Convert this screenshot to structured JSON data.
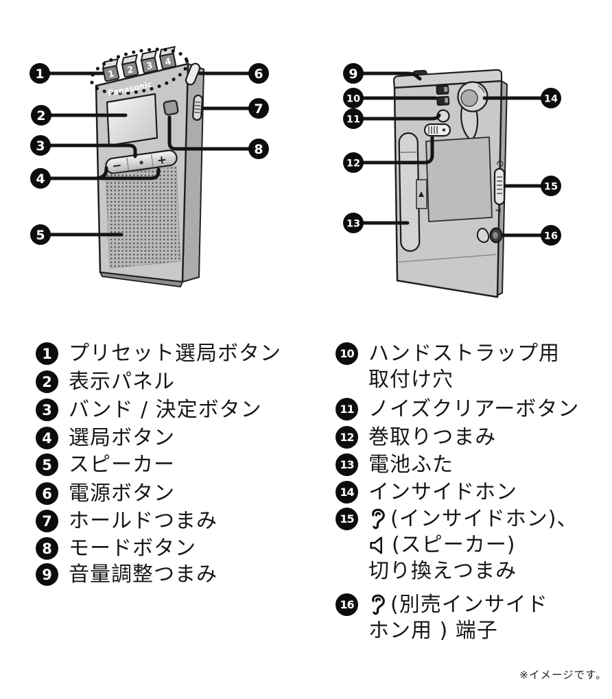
{
  "diagram": {
    "brand": "Panasonic",
    "presets": [
      "1",
      "2",
      "3",
      "4"
    ],
    "rocker": {
      "minus": "−",
      "plus": "+"
    },
    "callouts": [
      "1",
      "2",
      "3",
      "4",
      "5",
      "6",
      "7",
      "8",
      "9",
      "10",
      "11",
      "12",
      "13",
      "14",
      "15",
      "16"
    ]
  },
  "legend": {
    "left": [
      {
        "num": "1",
        "text": "プリセット選局ボタン"
      },
      {
        "num": "2",
        "text": "表示パネル"
      },
      {
        "num": "3",
        "text": "バンド / 決定ボタン"
      },
      {
        "num": "4",
        "text": "選局ボタン"
      },
      {
        "num": "5",
        "text": "スピーカー"
      },
      {
        "num": "6",
        "text": "電源ボタン"
      },
      {
        "num": "7",
        "text": "ホールドつまみ"
      },
      {
        "num": "8",
        "text": "モードボタン"
      },
      {
        "num": "9",
        "text": "音量調整つまみ"
      }
    ],
    "right": [
      {
        "num": "10",
        "line1": "ハンドストラップ用",
        "line2": "取付け穴"
      },
      {
        "num": "11",
        "text": "ノイズクリアーボタン"
      },
      {
        "num": "12",
        "text": "巻取りつまみ"
      },
      {
        "num": "13",
        "text": "電池ふた"
      },
      {
        "num": "14",
        "text": "インサイドホン"
      },
      {
        "num": "15",
        "icon1": "ear",
        "line1": "(インサイドホン)、",
        "icon2": "speaker",
        "line2": "(スピーカー)",
        "line3": "切り換えつまみ"
      },
      {
        "num": "16",
        "icon1": "ear",
        "line1": "(別売インサイド",
        "line2": "ホン用 ) 端子"
      }
    ]
  },
  "footer": {
    "note": "※イメージです。"
  }
}
